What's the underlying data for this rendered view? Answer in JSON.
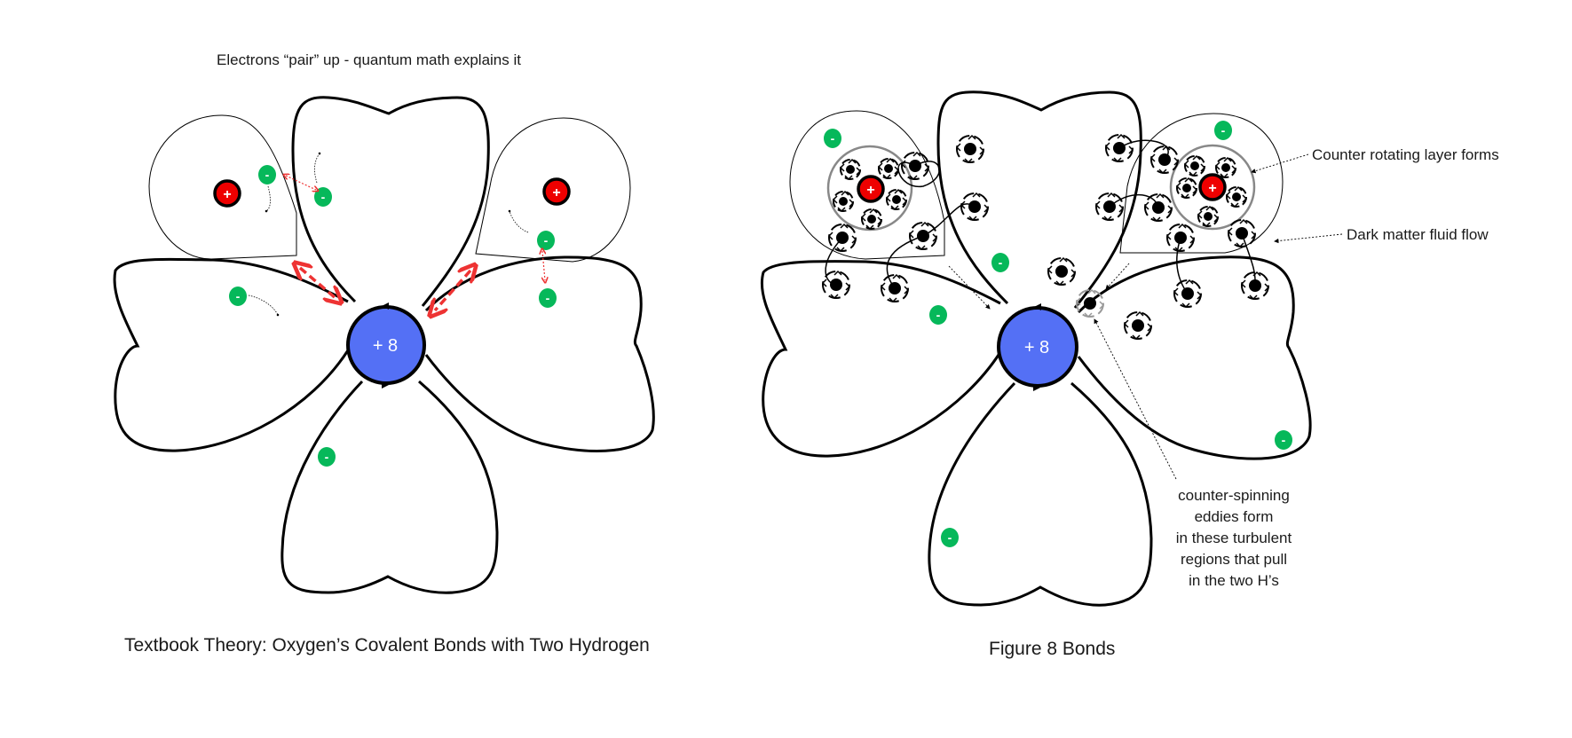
{
  "left_diagram": {
    "top_note": "Electrons “pair” up - quantum math explains it",
    "caption": "Textbook Theory: Oxygen’s Covalent Bonds with Two Hydrogen",
    "nucleus_label": "+ 8",
    "hydrogen_label": "+",
    "electron_label": "-"
  },
  "right_diagram": {
    "caption": "Figure 8 Bonds",
    "nucleus_label": "+ 8",
    "hydrogen_label": "+",
    "electron_label": "-",
    "annotations": {
      "counter_rotating": "Counter rotating layer forms",
      "dark_matter": "Dark matter fluid flow",
      "eddies_lines": [
        "counter-spinning",
        "eddies form",
        "in these turbulent",
        "regions that pull",
        "in the two H’s"
      ]
    }
  },
  "colors": {
    "oxygen_nucleus": "#5470f5",
    "hydrogen_nucleus": "#ee0000",
    "electron": "#06b85a",
    "bond_arrow": "#ee3333",
    "outline": "#000000",
    "inner_layer": "#888888"
  }
}
